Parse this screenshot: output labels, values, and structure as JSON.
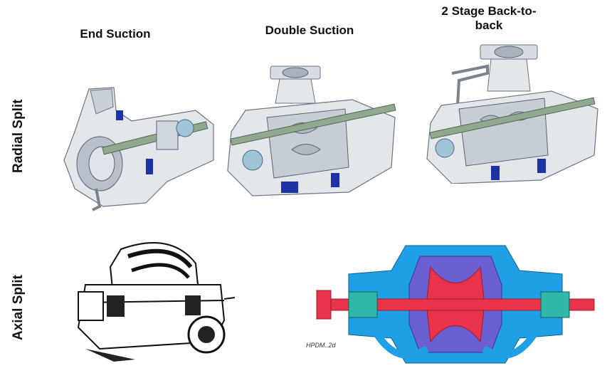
{
  "columns": {
    "end_suction": "End Suction",
    "double_suction": "Double Suction",
    "two_stage": "2 Stage Back-to-back"
  },
  "rows": {
    "radial": "Radial Split",
    "axial": "Axial Split"
  },
  "drawing_note": "HPDM..2d",
  "colors": {
    "casing": "#dfe3e8",
    "shaft": "#8fa88f",
    "accent_blue": "#1c33a8",
    "section_cyan": "#1fa0e6",
    "section_red": "#e8334a",
    "section_violet": "#6a5fd0"
  }
}
